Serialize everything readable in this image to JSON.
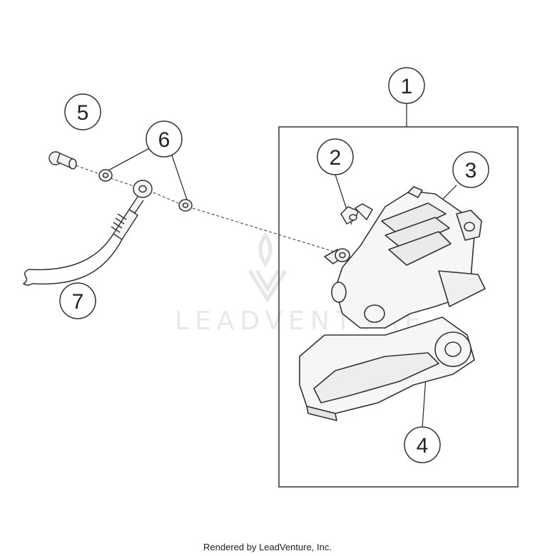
{
  "diagram": {
    "callouts": [
      {
        "id": "1",
        "label": "1"
      },
      {
        "id": "2",
        "label": "2"
      },
      {
        "id": "3",
        "label": "3"
      },
      {
        "id": "4",
        "label": "4"
      },
      {
        "id": "5",
        "label": "5"
      },
      {
        "id": "6",
        "label": "6"
      },
      {
        "id": "7",
        "label": "7"
      }
    ],
    "watermark": "LEADVENTURE"
  },
  "footer": {
    "credit": "Rendered by LeadVenture, Inc."
  },
  "colors": {
    "line": "#333333",
    "background": "#ffffff",
    "watermark": "#e8e8e8"
  }
}
